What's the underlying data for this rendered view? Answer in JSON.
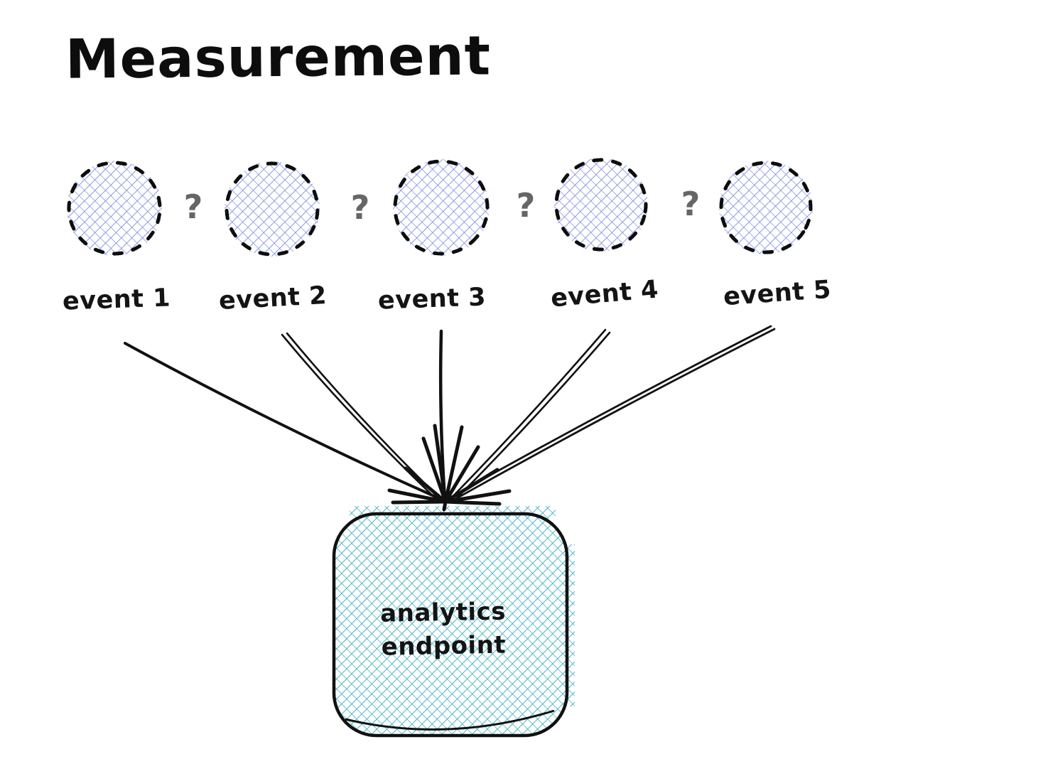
{
  "title": "Measurement",
  "events": [
    {
      "label": "event 1"
    },
    {
      "label": "event 2"
    },
    {
      "label": "event 3"
    },
    {
      "label": "event 4"
    },
    {
      "label": "event 5"
    }
  ],
  "question_marks": [
    "?",
    "?",
    "?",
    "?"
  ],
  "endpoint": {
    "label": "analytics endpoint"
  },
  "colors": {
    "ink": "#111111",
    "event_hatch": "#7d8ce0",
    "endpoint_hatch": "#45b3c6",
    "question_mark": "#666666",
    "background": "#ffffff"
  }
}
